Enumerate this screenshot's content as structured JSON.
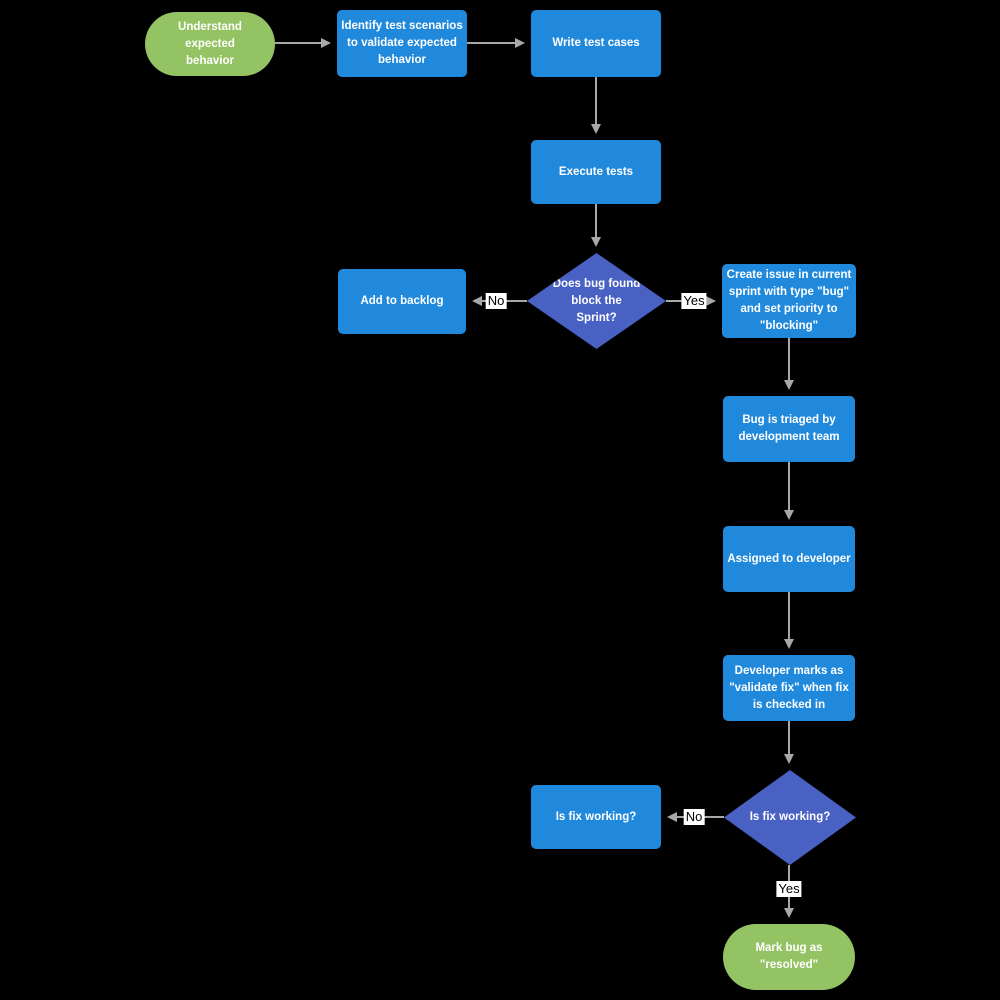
{
  "diagram": {
    "background_color": "#000000",
    "colors": {
      "process_fill": "#2189DC",
      "decision_fill": "#4A61C4",
      "terminator_fill": "#93C363",
      "node_text": "#FFFFFF",
      "arrow": "#A8A8A8",
      "edge_label_bg": "#FFFFFF",
      "edge_label_text": "#000000"
    },
    "nodes": [
      {
        "id": "start",
        "type": "terminator",
        "label": "Understand expected behavior"
      },
      {
        "id": "identify",
        "type": "process",
        "label": "Identify test scenarios to validate expected behavior"
      },
      {
        "id": "write",
        "type": "process",
        "label": "Write test cases"
      },
      {
        "id": "execute",
        "type": "process",
        "label": "Execute tests"
      },
      {
        "id": "bug-blocks",
        "type": "decision",
        "label": "Does bug found block the Sprint?"
      },
      {
        "id": "backlog",
        "type": "process",
        "label": "Add to backlog"
      },
      {
        "id": "create-issue",
        "type": "process",
        "label": "Create issue in current sprint with type \"bug\" and set priority to \"blocking\""
      },
      {
        "id": "triage",
        "type": "process",
        "label": "Bug is triaged by development team"
      },
      {
        "id": "assign",
        "type": "process",
        "label": "Assigned to developer"
      },
      {
        "id": "marks-validate",
        "type": "process",
        "label": "Developer marks as \"validate fix\" when fix is checked in"
      },
      {
        "id": "fix-working",
        "type": "decision",
        "label": "Is fix working?"
      },
      {
        "id": "fix-not-working",
        "type": "process",
        "label": "Is fix working?"
      },
      {
        "id": "resolved",
        "type": "terminator",
        "label": "Mark bug as \"resolved\""
      }
    ],
    "edges": [
      {
        "from": "start",
        "to": "identify",
        "label": ""
      },
      {
        "from": "identify",
        "to": "write",
        "label": ""
      },
      {
        "from": "write",
        "to": "execute",
        "label": ""
      },
      {
        "from": "execute",
        "to": "bug-blocks",
        "label": ""
      },
      {
        "from": "bug-blocks",
        "to": "backlog",
        "label": "No"
      },
      {
        "from": "bug-blocks",
        "to": "create-issue",
        "label": "Yes"
      },
      {
        "from": "create-issue",
        "to": "triage",
        "label": ""
      },
      {
        "from": "triage",
        "to": "assign",
        "label": ""
      },
      {
        "from": "assign",
        "to": "marks-validate",
        "label": ""
      },
      {
        "from": "marks-validate",
        "to": "fix-working",
        "label": ""
      },
      {
        "from": "fix-working",
        "to": "fix-not-working",
        "label": "No"
      },
      {
        "from": "fix-working",
        "to": "resolved",
        "label": "Yes"
      }
    ]
  }
}
